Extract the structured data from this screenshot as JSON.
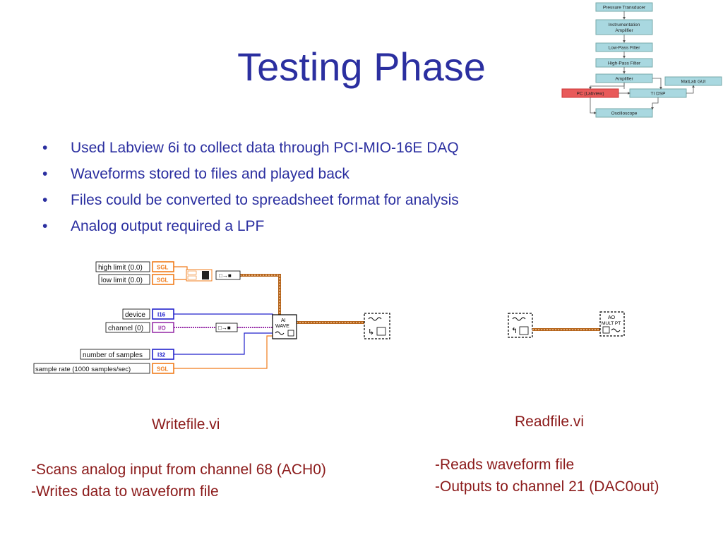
{
  "slide": {
    "title": "Testing Phase",
    "bullets": [
      "Used Labview 6i to collect data through PCI-MIO-16E DAQ",
      "Waveforms stored to files and played back",
      "Files could be converted to spreadsheet format for analysis",
      "Analog output required a LPF"
    ],
    "bullet_symbol": "•"
  },
  "block_diagram": {
    "blocks": {
      "pressure": "Pressure Transducer",
      "inst1": "Instrumentation",
      "inst2": "Amplifier",
      "lpf": "Low-Pass Filter",
      "hpf": "High-Pass Filter",
      "amp": "Amplifier",
      "pc": "PC (Labview)",
      "dsp": "TI DSP",
      "matlab": "MatLab GUI",
      "osc": "Oscilloscope"
    },
    "pc_color": "#e85a5a",
    "block_color": "#a9d8e0"
  },
  "writefile": {
    "controls": {
      "high_limit": "high limit (0.0)",
      "low_limit": "low limit (0.0)",
      "device": "device",
      "channel": "channel (0)",
      "num_samples": "number of samples",
      "sample_rate": "sample rate (1000 samples/sec)"
    },
    "types": {
      "sgl": "SGL",
      "i16": "I16",
      "io": "I/O",
      "i32": "I32"
    },
    "ai_wave_line1": "AI",
    "ai_wave_line2": "WAVE",
    "caption": "Writefile.vi",
    "desc": [
      "-Scans analog input from channel 68 (ACH0)",
      "-Writes data to waveform file"
    ]
  },
  "readfile": {
    "ao_line1": "AO",
    "ao_line2": "MULT PT",
    "caption": "Readfile.vi",
    "desc": [
      "-Reads waveform file",
      "-Outputs to channel 21 (DAC0out)"
    ]
  },
  "colors": {
    "title": "#2b2fa0",
    "caption": "#8b1a1a",
    "sgl": "#f07c1c",
    "int": "#2222cc",
    "io": "#9933aa",
    "wire_wave": "#b5651d"
  }
}
